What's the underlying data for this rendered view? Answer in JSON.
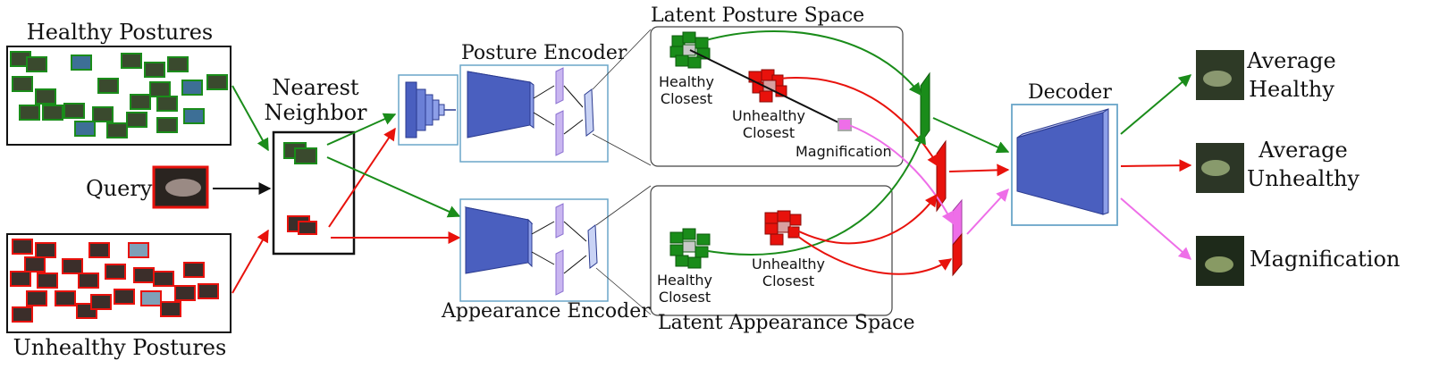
{
  "labels": {
    "healthy_postures": "Healthy  Postures",
    "unhealthy_postures": "Unhealthy  Postures",
    "query": "Query",
    "nearest_neighbor_line1": "Nearest",
    "nearest_neighbor_line2": "Neighbor",
    "posture_encoder": "Posture  Encoder",
    "appearance_encoder": "Appearance  Encoder",
    "latent_posture_space": "Latent  Posture  Space",
    "latent_appearance_space": "Latent  Appearance  Space",
    "healthy_closest_1": "Healthy",
    "healthy_closest_2": "Closest",
    "unhealthy_closest_1": "Unhealthy",
    "unhealthy_closest_2": "Closest",
    "magnification_point": "Magnification",
    "decoder": "Decoder",
    "out_avg_healthy_1": "Average",
    "out_avg_healthy_2": "Healthy",
    "out_avg_unhealthy_1": "Average",
    "out_avg_unhealthy_2": "Unhealthy",
    "out_magnification": "Magnification"
  },
  "colors": {
    "healthy": "#1a8c1a",
    "unhealthy": "#e8120c",
    "magnification": "#ee6ee8",
    "encoder_blue": "#4a5fbf",
    "encoder_light": "#b8bdee",
    "feature_purple": "#c9b6f0",
    "frame_blue": "#6aa6c8"
  }
}
